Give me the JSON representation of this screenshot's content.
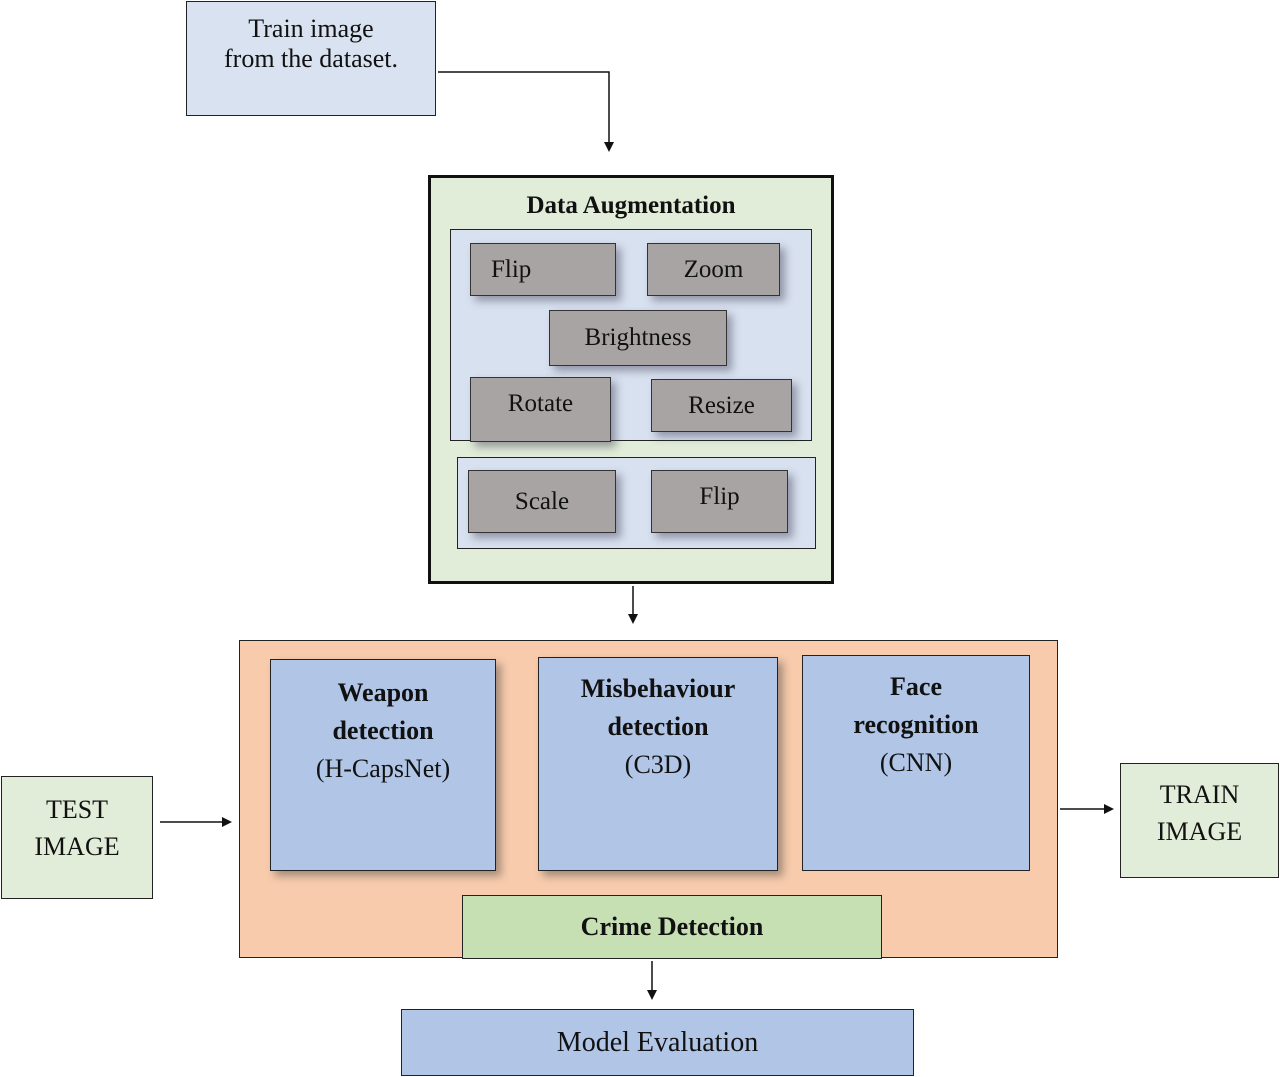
{
  "colors": {
    "train_source_fill": "#d9e2f0",
    "aug_outer_fill": "#e1ecd9",
    "aug_inner_fill": "#d8e1f0",
    "aug_chip_fill": "#a8a4a4",
    "model_outer_fill": "#f8cbac",
    "model_inner_fill": "#b1c5e6",
    "crime_fill": "#c6e0b4",
    "io_fill": "#e1ecd9",
    "eval_fill": "#b1c5e6"
  },
  "source": {
    "line1": "Train image",
    "line2": "from the dataset."
  },
  "augmentation": {
    "title": "Data Augmentation",
    "group1": [
      "Flip",
      "Zoom",
      "Brightness",
      "Rotate",
      "Resize"
    ],
    "group2": [
      "Scale",
      "Flip"
    ]
  },
  "models": [
    {
      "title1": "Weapon",
      "title2": "detection",
      "method": "(H-CapsNet)"
    },
    {
      "title1": "Misbehaviour",
      "title2": "detection",
      "method": "(C3D)"
    },
    {
      "title1": "Face",
      "title2": "recognition",
      "method": "(CNN)"
    }
  ],
  "crime_detection": "Crime Detection",
  "test_image": {
    "line1": "TEST",
    "line2": "IMAGE"
  },
  "train_image": {
    "line1": "TRAIN",
    "line2": "IMAGE"
  },
  "evaluation": "Model Evaluation"
}
